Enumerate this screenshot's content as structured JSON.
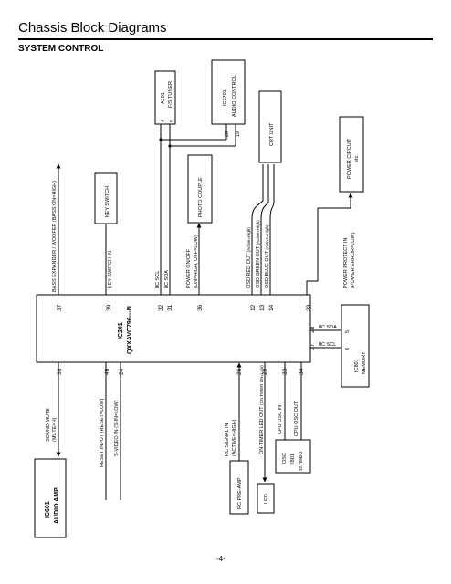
{
  "header": {
    "title": "Chassis Block Diagrams",
    "section": "SYSTEM CONTROL"
  },
  "page_number": "-4-",
  "ic201": {
    "name": "IC201",
    "part": "QXXAVC796---N"
  },
  "ic601": {
    "name": "IC601",
    "desc": "AUDIO AMP."
  },
  "ic801": {
    "name": "IC801",
    "desc": "MEMORY",
    "pin_sda": "5",
    "pin_scl": "6"
  },
  "a101": {
    "name": "A101",
    "desc": "F/S TUNER",
    "pin_a": "4",
    "pin_b": "5"
  },
  "ic3701": {
    "name": "IC3701",
    "desc": "AUDIO CONTROL",
    "pin_a": "20",
    "pin_b": "19"
  },
  "key_switch": "KEY SWITCH",
  "photo_couple": "PHOTO COUPLE",
  "crt_unit": "CRT UNIT",
  "power_circuit": {
    "line1": "POWER CIRCUIT",
    "line2": "etc."
  },
  "rc_preamp": "RC PRE-AMP",
  "led": "LED",
  "osc": {
    "line1": "OSC",
    "line2": "X801",
    "line3": "32.768kHz"
  },
  "top_signals": {
    "bass": {
      "pin": "37",
      "label": "BASS EXPANDER / WOOFER (BASS ON=HIGH)"
    },
    "key": {
      "pin": "39",
      "label": "KEY SWITCH IN"
    },
    "scl": {
      "pin": "32",
      "label": "IIC SCL"
    },
    "sda": {
      "pin": "31",
      "label": "IIC SDA"
    },
    "power": {
      "pin": "36",
      "label1": "POWER ON/OFF",
      "label2": "(ON=HIGH, OFF=LOW)"
    },
    "red": {
      "pin": "12",
      "label": "OSD RED OUT",
      "suffix": "(Active=High)"
    },
    "green": {
      "pin": "13",
      "label": "OSD GREEN OUT",
      "suffix": "(Active=High)"
    },
    "blue": {
      "pin": "14",
      "label": "OSD BLUE OUT",
      "suffix": "(Active=High)"
    },
    "protect": {
      "pin": "23",
      "label1": "POWER PROTECT IN",
      "label2": "(POWER ERROR=LOW)"
    }
  },
  "bottom_signals": {
    "mute": {
      "pin": "30",
      "label1": "SOUND MUTE",
      "label2": "(MUTE=H)"
    },
    "reset": {
      "pin": "40",
      "label": "RESET INPUT (RESET=LOW)"
    },
    "svideo": {
      "pin": "24",
      "label": "S-VIDEO IN (S-IN=LOW)"
    },
    "rc": {
      "pin": "26",
      "label1": "RC SIGNAL IN",
      "label2": "(ACTIVE=HIGH)"
    },
    "timer": {
      "pin": "29",
      "label": "ON-TIMER LED OUT",
      "suffix": "(ON TIMER ON=Low)"
    },
    "oscin": {
      "pin": "33",
      "label": "CPU OSC IN"
    },
    "oscout": {
      "pin": "34",
      "label": "CPU OSC OUT"
    }
  },
  "right_signals": {
    "sda": {
      "pin": "28",
      "label": "IIC SDA"
    },
    "scl": {
      "pin": "27",
      "label": "IIC SCL"
    }
  }
}
